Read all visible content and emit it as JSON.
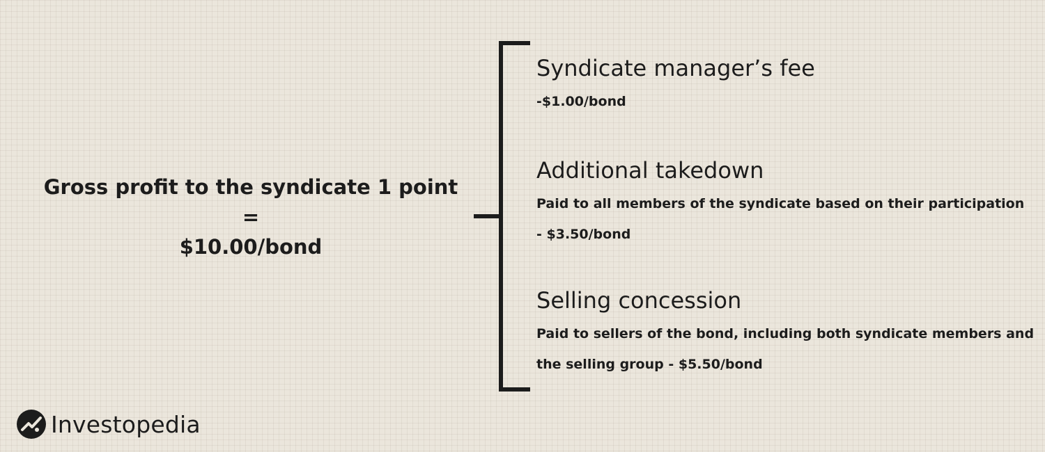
{
  "gross_profit": {
    "line1": "Gross profit to the syndicate 1 point",
    "line2": "=",
    "line3": "$10.00/bond"
  },
  "items": [
    {
      "title": "Syndicate manager’s fee",
      "lines": [
        "-$1.00/bond"
      ]
    },
    {
      "title": "Additional takedown",
      "lines": [
        "Paid to all members of the syndicate based on their participation",
        "- $3.50/bond"
      ]
    },
    {
      "title": "Selling concession",
      "lines": [
        "Paid to sellers of the bond, including both syndicate members and",
        "the selling group - $5.50/bond"
      ]
    }
  ],
  "logo": {
    "text": "Investopedia"
  }
}
